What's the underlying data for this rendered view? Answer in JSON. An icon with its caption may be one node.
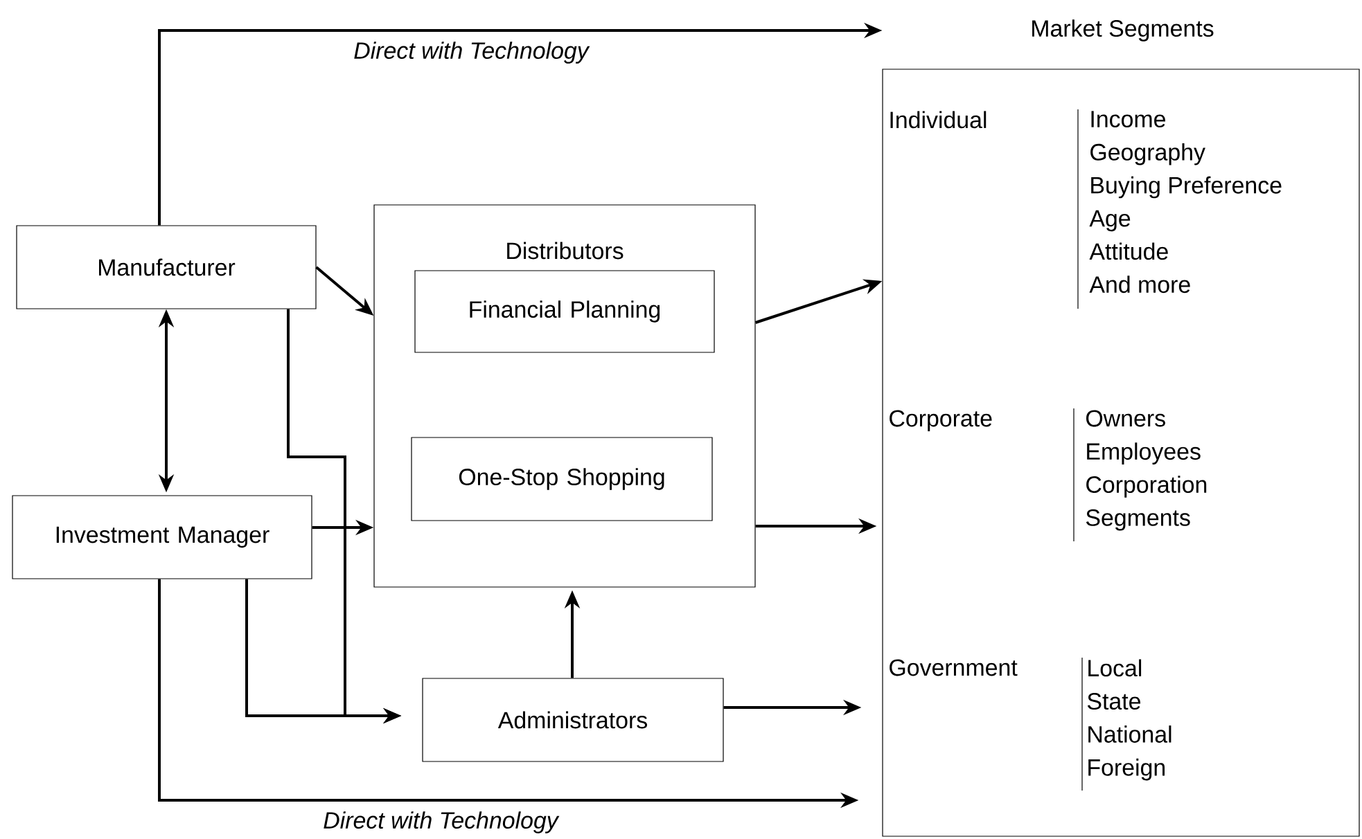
{
  "diagram": {
    "nodes": [
      {
        "text": [
          "Manufacturer"
        ]
      },
      {
        "text": [
          "Distributors"
        ]
      },
      {
        "text": [
          "Financial Planning"
        ],
        "in": 1
      },
      {
        "text": [
          "One-Stop Shopping"
        ],
        "in": 1
      },
      {
        "text": [
          "Investment Manager"
        ]
      },
      {
        "text": [
          "Administrators"
        ]
      },
      {
        "text": [
          "Market Segments",
          "Individual",
          "Income",
          "Geography",
          "Buying Preference",
          "Age",
          "Attitude",
          "And more",
          "Corporate",
          "Owners",
          "Employees",
          "Corporation",
          "Segments",
          "Government",
          "Local",
          "State",
          "National",
          "Foreign"
        ]
      }
    ],
    "edges": [
      {
        "from": 0,
        "to": 6,
        "arrow": "to",
        "label": "Direct with Technology"
      },
      {
        "from": 0,
        "to": 1,
        "arrow": "to"
      },
      {
        "from": 0,
        "to": 4,
        "arrow": "both"
      },
      {
        "from": 0,
        "to": 5,
        "arrow": "to"
      },
      {
        "from": 4,
        "to": 5,
        "arrow": "to"
      },
      {
        "from": 4,
        "to": 1,
        "arrow": "to"
      },
      {
        "from": 4,
        "to": 6,
        "arrow": "to",
        "label": "Direct with Technology"
      },
      {
        "from": 1,
        "to": 6,
        "arrow": "to"
      },
      {
        "from": 1,
        "to": 6,
        "arrow": "to"
      },
      {
        "from": 5,
        "to": 1,
        "arrow": "to"
      },
      {
        "from": 5,
        "to": 6,
        "arrow": "to"
      }
    ]
  }
}
